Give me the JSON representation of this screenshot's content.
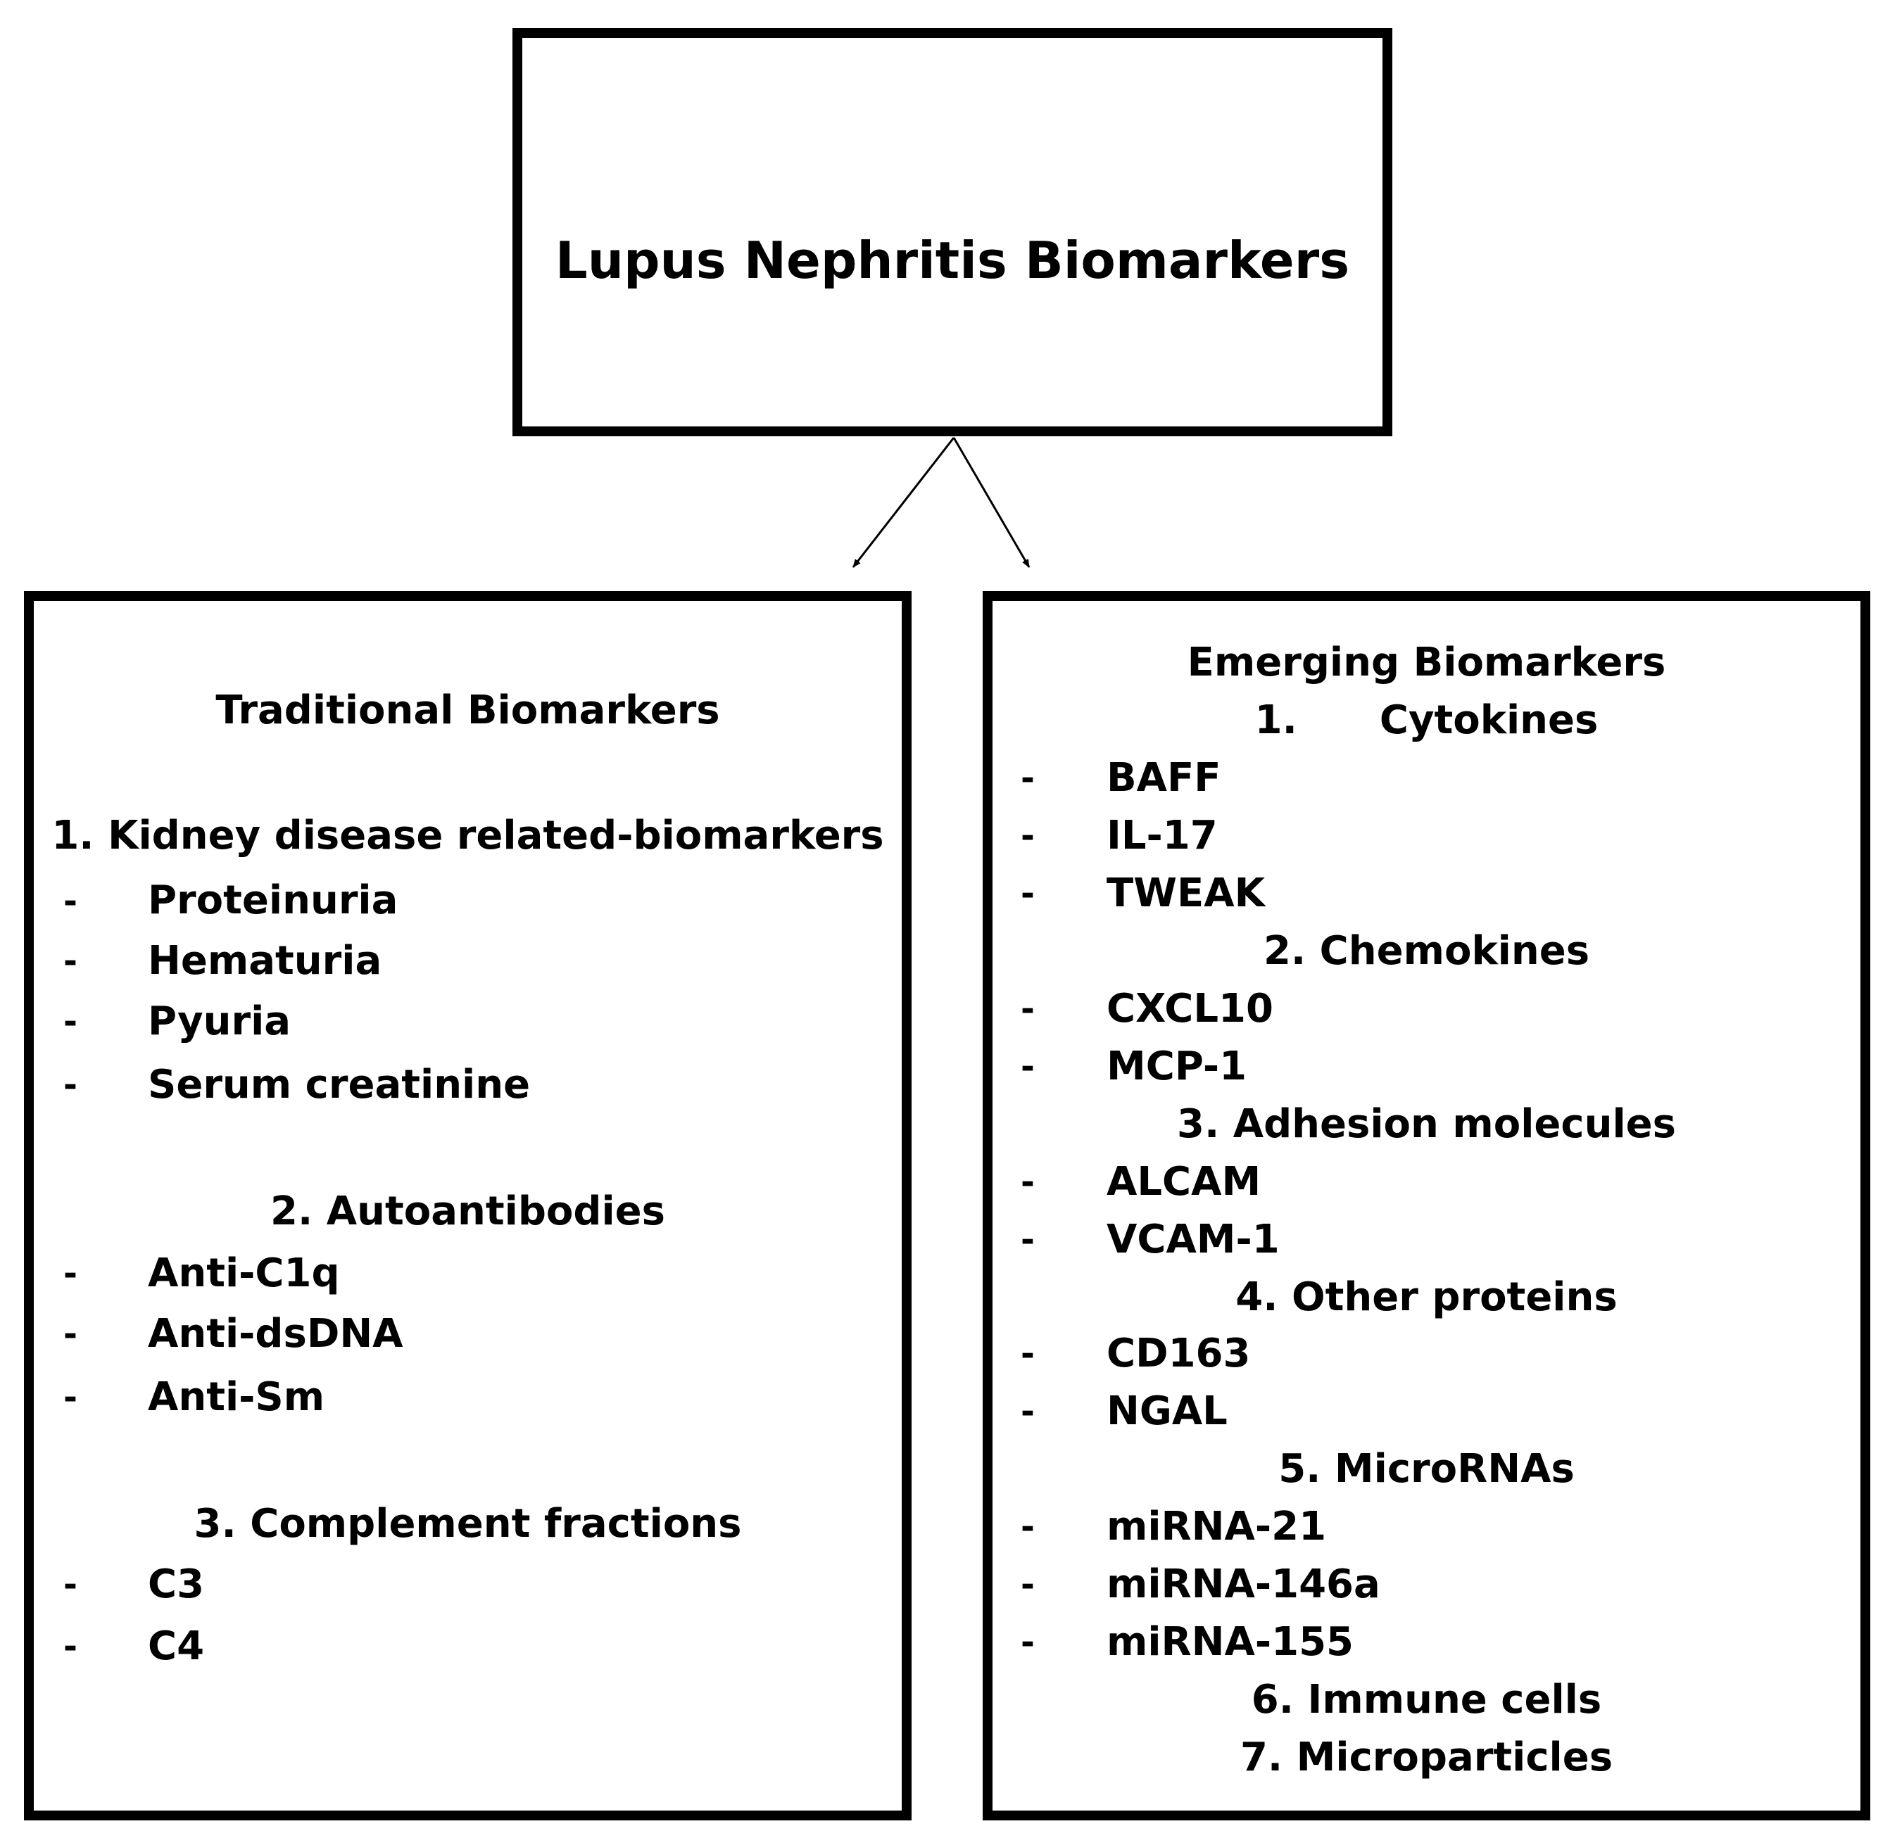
{
  "root": {
    "title": "Lupus Nephritis Biomarkers"
  },
  "traditional": {
    "heading": "Traditional Biomarkers",
    "groups": [
      {
        "label": "1. Kidney disease related-biomarkers",
        "items": [
          "Proteinuria",
          "Hematuria",
          "Pyuria",
          "Serum creatinine"
        ]
      },
      {
        "label": "2. Autoantibodies",
        "items": [
          "Anti-C1q",
          "Anti-dsDNA",
          "Anti-Sm"
        ]
      },
      {
        "label": "3. Complement fractions",
        "items": [
          "C3",
          "C4"
        ]
      }
    ]
  },
  "emerging": {
    "heading": "Emerging Biomarkers",
    "groups": [
      {
        "label": "1.      Cytokines",
        "items": [
          "BAFF",
          "IL-17",
          "TWEAK"
        ]
      },
      {
        "label": "2. Chemokines",
        "items": [
          "CXCL10",
          "MCP-1"
        ]
      },
      {
        "label": "3. Adhesion molecules",
        "items": [
          "ALCAM",
          "VCAM-1"
        ]
      },
      {
        "label": "4. Other proteins",
        "items": [
          "CD163",
          "NGAL"
        ]
      },
      {
        "label": "5. MicroRNAs",
        "items": [
          "miRNA-21",
          "miRNA-146a",
          "miRNA-155"
        ]
      },
      {
        "label": "6. Immune cells",
        "items": []
      },
      {
        "label": "7. Microparticles",
        "items": []
      }
    ]
  },
  "bullet": "-"
}
